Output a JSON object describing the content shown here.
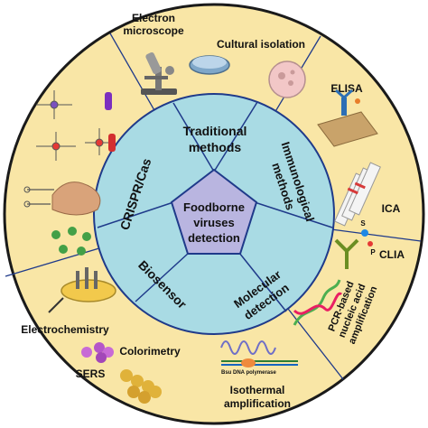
{
  "center": {
    "line1": "Foodborne",
    "line2": "viruses",
    "line3": "detection"
  },
  "inner_ring": {
    "traditional": {
      "line1": "Traditional",
      "line2": "methods"
    },
    "immunological": {
      "line1": "Immunological",
      "line2": "methods"
    },
    "molecular": {
      "line1": "Molecular",
      "line2": "detection"
    },
    "biosensor": "Biosensor",
    "crispr": "CRISPR/Cas"
  },
  "outer_ring": {
    "electron_microscope": {
      "line1": "Electron",
      "line2": "microscope"
    },
    "cultural_isolation": "Cultural isolation",
    "elisa": "ELISA",
    "ica": "ICA",
    "clia": "CLIA",
    "clia_s": "S",
    "clia_p": "P",
    "pcr": {
      "line1": "PCR-based",
      "line2": "nucleic acid",
      "line3": "amplification"
    },
    "isothermal": {
      "line1": "Isothermal",
      "line2": "amplification"
    },
    "bsu_label": "Bsu DNA polymerase",
    "electrochemistry": "Electrochemistry",
    "colorimetry": "Colorimetry",
    "sers": "SERS"
  },
  "colors": {
    "outer_fill": "#f9e6a6",
    "inner_fill": "#a9dbe4",
    "center_fill": "#b9b5e0",
    "divider": "#1f3a8a",
    "dark_edge": "#1a1a1a"
  }
}
